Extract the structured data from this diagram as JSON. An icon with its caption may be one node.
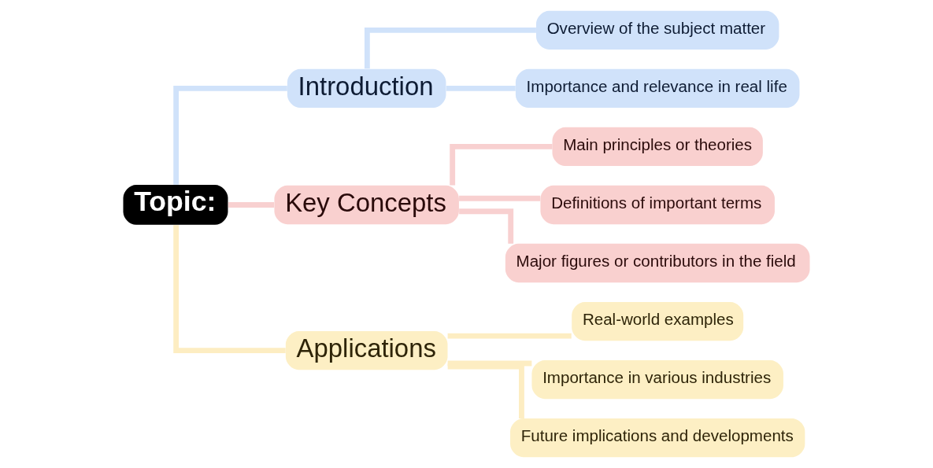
{
  "diagram": {
    "nodes": [
      {
        "text": [
          "Topic:"
        ]
      },
      {
        "text": [
          "Introduction"
        ]
      },
      {
        "text": [
          "Overview of the subject matter"
        ]
      },
      {
        "text": [
          "Importance and relevance in real life"
        ]
      },
      {
        "text": [
          "Key Concepts"
        ]
      },
      {
        "text": [
          "Main principles or theories"
        ]
      },
      {
        "text": [
          "Definitions of important terms"
        ]
      },
      {
        "text": [
          "Major figures or contributors in the field"
        ]
      },
      {
        "text": [
          "Applications"
        ]
      },
      {
        "text": [
          "Real-world examples"
        ]
      },
      {
        "text": [
          "Importance in various industries"
        ]
      },
      {
        "text": [
          "Future implications and developments"
        ]
      }
    ],
    "edges": [
      {
        "from": 0,
        "to": 1,
        "arrow": "none",
        "color": "#d0e2fa"
      },
      {
        "from": 1,
        "to": 2,
        "arrow": "none",
        "color": "#d0e2fa"
      },
      {
        "from": 1,
        "to": 3,
        "arrow": "none",
        "color": "#d0e2fa"
      },
      {
        "from": 0,
        "to": 4,
        "arrow": "none",
        "color": "#f8d0d0"
      },
      {
        "from": 4,
        "to": 5,
        "arrow": "none",
        "color": "#f8d0d0"
      },
      {
        "from": 4,
        "to": 6,
        "arrow": "none",
        "color": "#f8d0d0"
      },
      {
        "from": 4,
        "to": 7,
        "arrow": "none",
        "color": "#f8d0d0"
      },
      {
        "from": 0,
        "to": 8,
        "arrow": "none",
        "color": "#fdedc2"
      },
      {
        "from": 8,
        "to": 9,
        "arrow": "none",
        "color": "#fdedc2"
      },
      {
        "from": 8,
        "to": 10,
        "arrow": "none",
        "color": "#fdedc2"
      },
      {
        "from": 8,
        "to": 11,
        "arrow": "none",
        "color": "#fdedc2"
      }
    ]
  }
}
